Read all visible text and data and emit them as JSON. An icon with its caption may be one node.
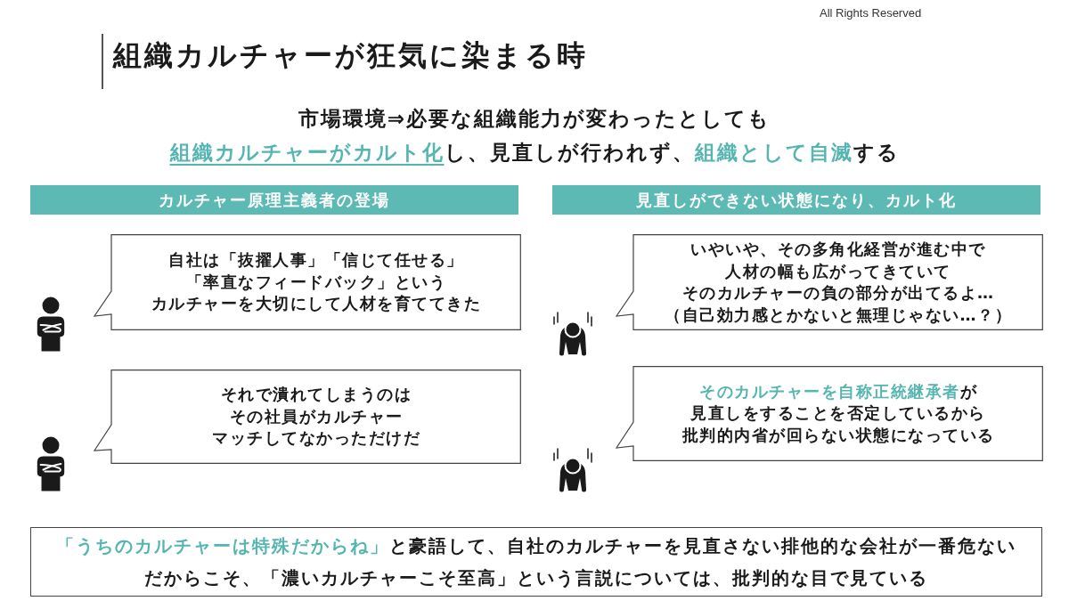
{
  "diagram": {
    "title": "組織カルチャーが狂気に染まる時",
    "nodes": [
      {
        "text": [
          "カルチャー原理主義者の登場"
        ]
      },
      {
        "text": [
          "自社は「抜擢人事」「信じて任せる」「率直なフィードバック」というカルチャーを大切にして人材を育ててきた"
        ]
      },
      {
        "text": [
          "それで潰れてしまうのはその社員がカルチャーマッチしてなかっただけだ"
        ]
      },
      {
        "text": [
          "見直しができない状態になり、カルト化"
        ]
      },
      {
        "text": [
          "いやいや、その多角化経営が進む中で人材の幅も広がってきていてそのカルチャーの負の部分が出てるよ…（自己効力感とかないと無理じゃない…？）"
        ]
      },
      {
        "text": [
          "**そのカルチャーを自称正統継承者**が見直しをすることを否定しているから批判的内省が回らない状態になっている"
        ]
      },
      {
        "text": [
          "**「うちのカルチャーは特殊だからね」**と豪語して、自社のカルチャーを見直さない排他的な会社が一番危ない",
          "だからこそ、「濃いカルチャーこそ至高」という言説については、批判的な目で見ている"
        ]
      }
    ],
    "labels": [
      "All Rights Reserved",
      "市場環境⇒必要な組織能力が変わったとしても",
      "**組織カルチャーがカルト化**し、見直しが行われず、**組織として自滅**する"
    ]
  }
}
